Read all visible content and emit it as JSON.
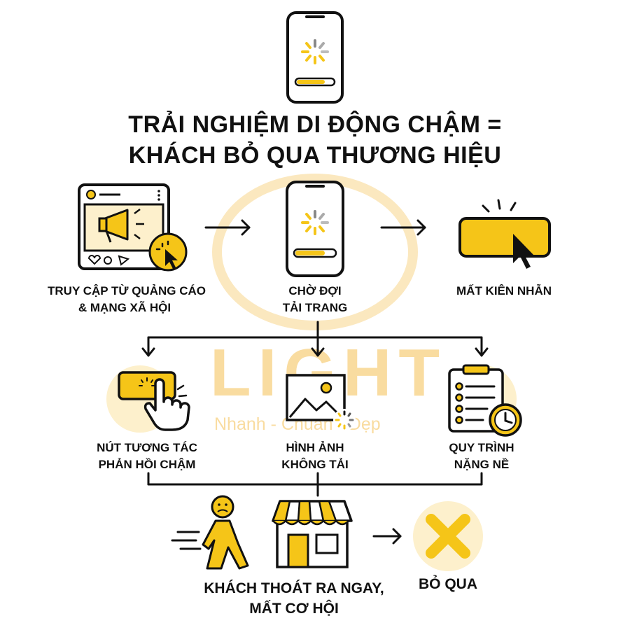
{
  "title": {
    "line1": "TRẢI NGHIỆM DI ĐỘNG CHẬM =",
    "line2": "KHÁCH BỎ QUA THƯƠNG HIỆU"
  },
  "watermark": {
    "brand": "LIGHT",
    "slogan": "Nhanh - Chuẩn - Đẹp"
  },
  "steps": {
    "ad_access": {
      "line1": "TRUY CẬP TỪ QUẢNG CÁO",
      "line2": "& MẠNG XÃ HỘI",
      "icon": "social-post-megaphone-icon"
    },
    "wait_load": {
      "line1": "CHỜ ĐỢI",
      "line2": "TẢI TRANG",
      "icon": "phone-loading-icon"
    },
    "impatient": {
      "line1": "MẤT KIÊN NHẪN",
      "icon": "clicking-button-icon"
    }
  },
  "causes": {
    "slow_button": {
      "line1": "NÚT TƯƠNG TÁC",
      "line2": "PHẢN HỒI CHẬM",
      "icon": "tap-button-icon"
    },
    "image_fail": {
      "line1": "HÌNH ẢNH",
      "line2": "KHÔNG TẢI",
      "icon": "broken-image-icon"
    },
    "heavy_process": {
      "line1": "QUY TRÌNH",
      "line2": "NẶNG NỀ",
      "icon": "checklist-clock-icon"
    }
  },
  "outcomes": {
    "leave": {
      "line1": "KHÁCH THOÁT RA NGAY,",
      "line2": "MẤT CƠ HỘI",
      "icon": "walking-away-store-icon"
    },
    "skip": {
      "line1": "BỎ QUA",
      "icon": "x-mark-icon"
    }
  },
  "colors": {
    "accent": "#f5c518",
    "accent_light": "#fdf0cc",
    "ink": "#111111"
  }
}
